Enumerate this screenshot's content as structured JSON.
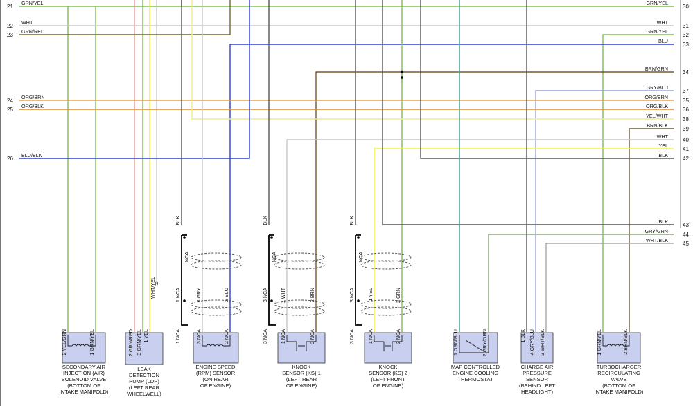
{
  "left_rows": [
    {
      "n": "21",
      "label": "GRN/YEL"
    },
    {
      "n": "22",
      "label": "WHT"
    },
    {
      "n": "23",
      "label": "GRN/RED"
    },
    {
      "n": "24",
      "label": "ORG/BRN"
    },
    {
      "n": "25",
      "label": "ORG/BLK"
    },
    {
      "n": "26",
      "label": "BLU/BLK"
    }
  ],
  "right_rows": [
    {
      "n": "30",
      "label": "GRN/YEL"
    },
    {
      "n": "31",
      "label": "WHT"
    },
    {
      "n": "32",
      "label": "GRN/YEL"
    },
    {
      "n": "33",
      "label": "BLU"
    },
    {
      "n": "34",
      "label": "BRN/GRN"
    },
    {
      "n": "37",
      "label": "GRY/BLU"
    },
    {
      "n": "35",
      "label": "ORG/BRN"
    },
    {
      "n": "36",
      "label": "ORG/BLK"
    },
    {
      "n": "38",
      "label": "YEL/WHT"
    },
    {
      "n": "39",
      "label": "BRN/BLK"
    },
    {
      "n": "40",
      "label": "WHT"
    },
    {
      "n": "41",
      "label": "YEL"
    },
    {
      "n": "42",
      "label": "BLK"
    },
    {
      "n": "43",
      "label": "BLK"
    },
    {
      "n": "44",
      "label": "GRY/GRN"
    },
    {
      "n": "45",
      "label": "WHT/BLK"
    }
  ],
  "vertical_labels": {
    "blk": "BLK",
    "nca": "NCA",
    "whtyel": "WHT/YEL",
    "air": [
      "2 YEL/GRN",
      "1 GRN/YEL"
    ],
    "ldp": [
      "2 GRN/RED",
      "3 GRN/YEL",
      "1 YEL"
    ],
    "rpm": [
      "1 NCA",
      "3 GRY",
      "2 BLU"
    ],
    "rpm_low": [
      "1 NCA",
      "3 NCA",
      "2 NCA"
    ],
    "ks1": [
      "3 NCA",
      "1 WHT",
      "2 BRN"
    ],
    "ks1_low": [
      "3 NCA",
      "1 NCA",
      "2 NCA"
    ],
    "ks2": [
      "3 NCA",
      "1 YEL",
      "2 GRN"
    ],
    "ks2_low": [
      "3 NCA",
      "1 NCA",
      "2 NCA"
    ],
    "map": [
      "1 GRN/BLU",
      "2 GRY/GRN"
    ],
    "cap": [
      "1 BLK",
      "4 GRY/BLU",
      "3 WHT/BLK"
    ],
    "turbo": [
      "1 GRN/YEL",
      "2 BRN/BLK"
    ]
  },
  "components": [
    {
      "name": "air",
      "lines": [
        "SECONDARY AIR",
        "INJECTION (AIR)",
        "SOLENOID VALVE",
        "(BOTTOM OF",
        "INTAKE MANIFOLD)"
      ]
    },
    {
      "name": "ldp",
      "lines": [
        "LEAK",
        "DETECTION",
        "PUMP (LDP)",
        "(LEFT REAR",
        "WHEELWELL)"
      ]
    },
    {
      "name": "rpm",
      "lines": [
        "ENGINE SPEED",
        "(RPM) SENSOR",
        "(ON REAR",
        "OF ENGINE)"
      ]
    },
    {
      "name": "ks1",
      "lines": [
        "KNOCK",
        "SENSOR (KS) 1",
        "(LEFT REAR",
        "OF ENGINE)"
      ]
    },
    {
      "name": "ks2",
      "lines": [
        "KNOCK",
        "SENSOR (KS) 2",
        "(LEFT FRONT",
        "OF ENGINE)"
      ]
    },
    {
      "name": "map",
      "lines": [
        "MAP CONTROLLED",
        "ENGINE COOLING",
        "THERMOSTAT"
      ]
    },
    {
      "name": "cap",
      "lines": [
        "CHARGE AIR",
        "PRESSURE",
        "SENSOR",
        "(BEHIND LEFT",
        "HEADLIGHT)"
      ]
    },
    {
      "name": "turbo",
      "lines": [
        "TURBOCHARGER",
        "RECIRCULATING",
        "VALVE",
        "(BOTTOM OF",
        "INTAKE MANIFOLD)"
      ]
    }
  ],
  "colors": {
    "grn": "#7cc04a",
    "wht": "#c8c8c8",
    "olive": "#6b6b2a",
    "blu": "#2d3fd0",
    "orgbrn": "#e8a24a",
    "orgblk": "#e08a2c",
    "blublk": "#2a3fcf",
    "brn": "#7a5a26",
    "grygrn": "#8fa37a",
    "yelwht": "#f0ec8a",
    "brnblk": "#6a5a3a",
    "yel": "#f2ee3a",
    "blk": "#555555",
    "gryblu": "#9aa4d8",
    "whtblk": "#a8a8a8",
    "grnblu": "#3a9a8a",
    "grnred": "#e6a0a0",
    "box": "#c9cfee"
  }
}
